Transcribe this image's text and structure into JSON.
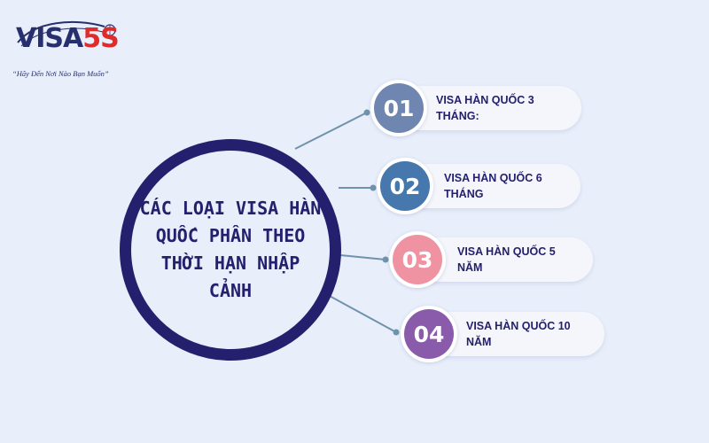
{
  "logo": {
    "brand_prefix": "VISA",
    "brand_suffix": "5S",
    "tagline": "“Hãy Đến Nơi Nào Bạn Muốn”"
  },
  "hub": {
    "title": "Các loại Visa Hàn Quốc phân theo thời hạn nhập cảnh"
  },
  "items": [
    {
      "number": "01",
      "label": "VISA HÀN QUỐC 3 THÁNG:",
      "color": "#6e86b0"
    },
    {
      "number": "02",
      "label": "VISA HÀN QUỐC 6 THÁNG",
      "color": "#4677ad"
    },
    {
      "number": "03",
      "label": "VISA HÀN QUỐC 5 NĂM",
      "color": "#ef93a2"
    },
    {
      "number": "04",
      "label": "VISA HÀN QUỐC 10 NĂM",
      "color": "#8a5aab"
    }
  ],
  "colors": {
    "background": "#e8eefa",
    "hub_ring": "#24206e",
    "text": "#24206e",
    "connector": "#6f93ac",
    "logo_accent": "#e02b2b"
  }
}
